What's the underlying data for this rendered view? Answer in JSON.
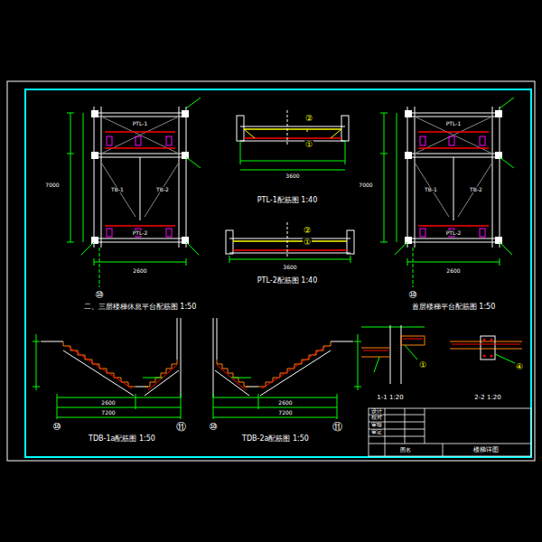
{
  "diagram": {
    "labels": [
      "二、三层楼梯休息平台配筋图 1:50",
      "PTL-1配筋图 1:40",
      "PTL-2配筋图 1:40",
      "首层楼梯平台配筋图 1:50",
      "TDB-1a配筋图 1:50",
      "TDB-2a配筋图 1:50",
      "1-1 1:20",
      "2-2 1:20",
      "2600",
      "7000",
      "2600",
      "7000",
      "3600",
      "3600",
      "①",
      "②",
      "②",
      "①",
      "⑩",
      "⑩",
      "⑩",
      "⑪",
      "⑩",
      "⑪",
      "2600",
      "7200",
      "2600",
      "7200",
      "PTL-1",
      "PTL-2",
      "TB-1",
      "TB-2",
      "PTL-1",
      "PTL-2",
      "TB-1",
      "TB-2",
      "④",
      "①",
      "设计",
      "校对",
      "审核",
      "审定",
      "图名",
      "楼梯详图"
    ]
  }
}
